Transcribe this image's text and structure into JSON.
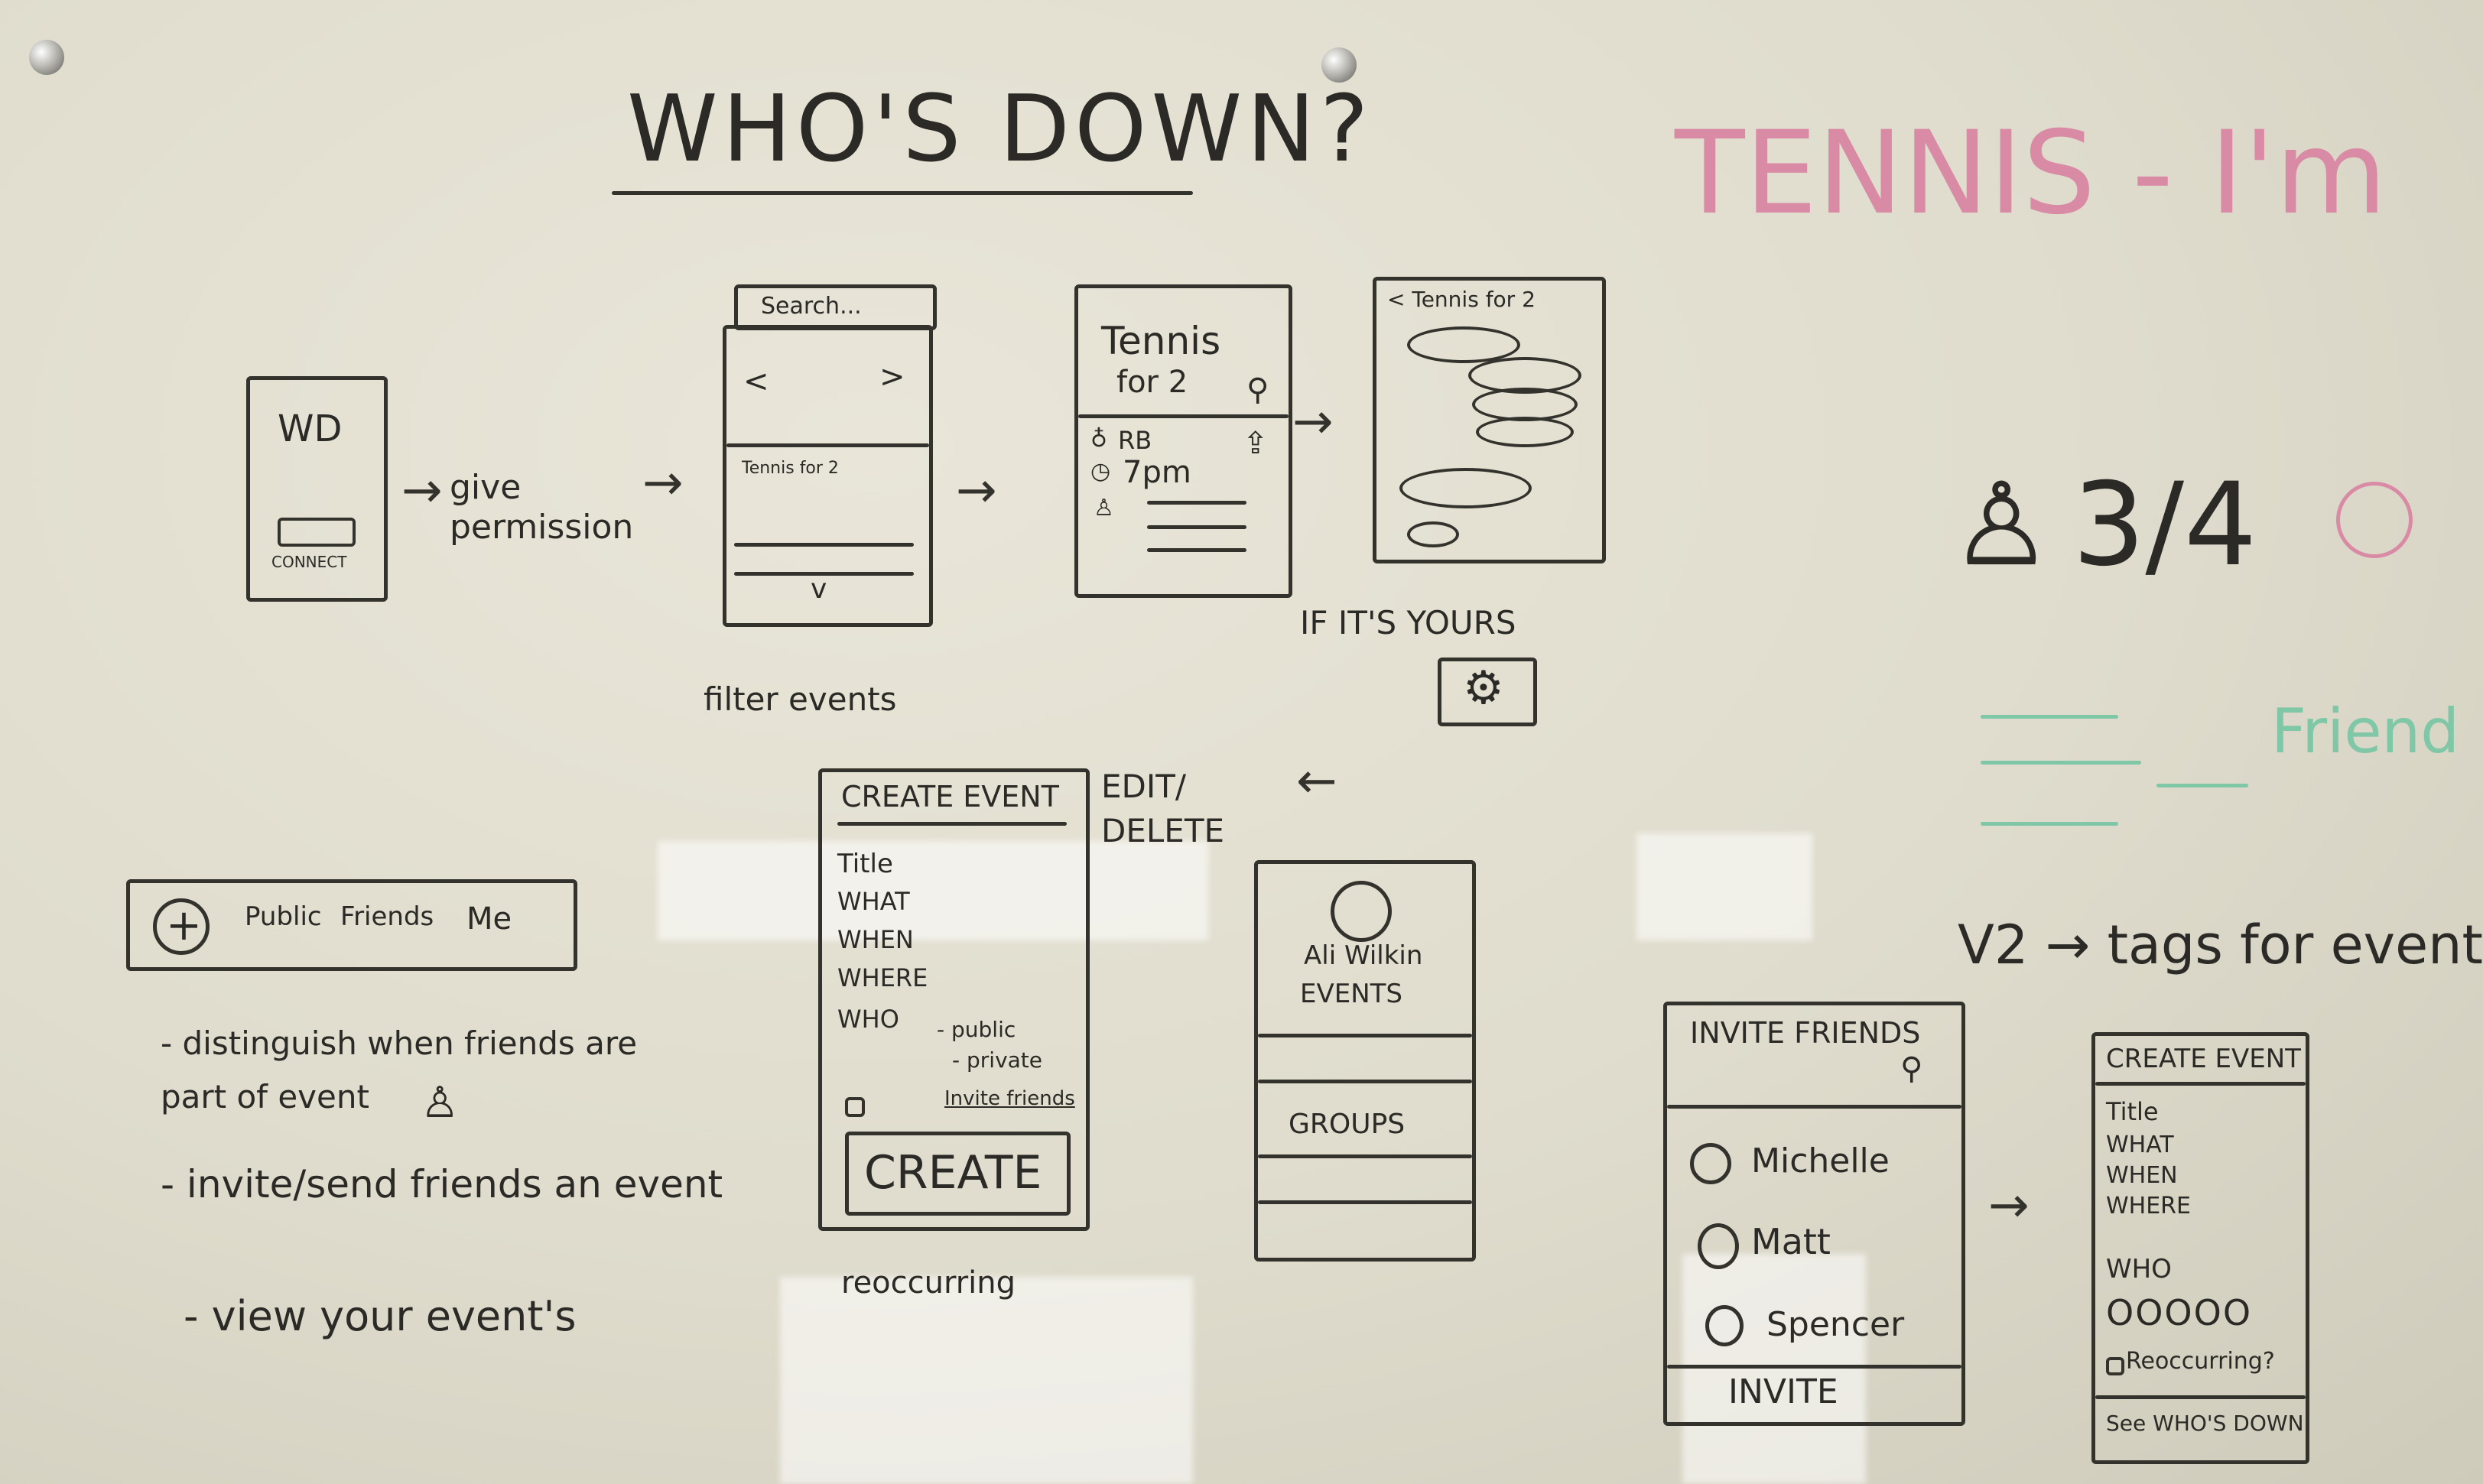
{
  "title": "WHO'S DOWN?",
  "screens": {
    "splash": {
      "logo": "WD",
      "button": "CONNECT"
    },
    "give_permission": "give permission",
    "search_screen": {
      "search": "Search...",
      "nav_prev": "<",
      "nav_next": ">",
      "row_text": "Tennis for 2",
      "chevron": "v"
    },
    "filter_events": "filter events",
    "event_detail": {
      "title_line1": "Tennis",
      "title_line2": "for 2",
      "location": "RB",
      "time": "7pm"
    },
    "detail_map": {
      "back_label": "< Tennis for 2"
    },
    "if_yours": "IF IT'S YOURS",
    "edit_delete": "EDIT/ DELETE",
    "create_event": {
      "header": "CREATE EVENT",
      "fields": [
        "Title",
        "WHAT",
        "WHEN",
        "WHERE",
        "WHO"
      ],
      "who_options": [
        "- public",
        "- private",
        "Invite friends"
      ],
      "button": "CREATE",
      "reoccurring": "reoccurring"
    },
    "tab_bar": {
      "plus": "+",
      "tabs": [
        "Public",
        "Friends",
        "Me"
      ]
    },
    "profile": {
      "name": "Ali Wilkin",
      "events": "EVENTS",
      "groups": "GROUPS"
    },
    "invite_friends": {
      "header": "INVITE FRIENDS",
      "friends": [
        "Michelle",
        "Matt",
        "Spencer"
      ],
      "button": "INVITE"
    },
    "create_event_v2": {
      "header": "CREATE EVENT",
      "fields": [
        "Title",
        "WHAT",
        "WHEN",
        "WHERE",
        "WHO"
      ],
      "dots": "OOOOO",
      "reoccurring": "Reoccurring?",
      "button": "See WHO'S DOWN"
    }
  },
  "notes": [
    "- distinguish when friends are part of event",
    "- invite/send friends an event",
    "- view your event's"
  ],
  "right_side": {
    "pink_heading": "TENNIS - I'm",
    "counter": "3/4",
    "friends_label": "Friend",
    "v2_note": "V2 → tags for event"
  },
  "colors": {
    "ink": "#34322d",
    "pink": "#d98aa5",
    "green": "#7fc7a6",
    "board": "#e3e0d2"
  }
}
